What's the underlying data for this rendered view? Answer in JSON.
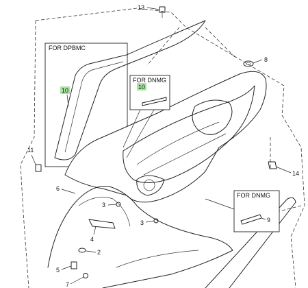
{
  "diagram": {
    "callouts": [
      {
        "id": "c13",
        "text": "13",
        "highlight": false
      },
      {
        "id": "c8",
        "text": "8",
        "highlight": false
      },
      {
        "id": "c10a",
        "text": "10",
        "highlight": true
      },
      {
        "id": "c10b",
        "text": "10",
        "highlight": true
      },
      {
        "id": "c11",
        "text": "11",
        "highlight": false
      },
      {
        "id": "c14",
        "text": "14",
        "highlight": false
      },
      {
        "id": "c6",
        "text": "6",
        "highlight": false
      },
      {
        "id": "c3a",
        "text": "3",
        "highlight": false
      },
      {
        "id": "c3b",
        "text": "3",
        "highlight": false
      },
      {
        "id": "c4",
        "text": "4",
        "highlight": false
      },
      {
        "id": "c2",
        "text": "2",
        "highlight": false
      },
      {
        "id": "c5",
        "text": "5",
        "highlight": false
      },
      {
        "id": "c9",
        "text": "9",
        "highlight": false
      },
      {
        "id": "c7",
        "text": "7",
        "highlight": false
      }
    ],
    "boxes": [
      {
        "id": "b1",
        "text": "FOR DPBMC"
      },
      {
        "id": "b2",
        "text": "FOR DNMG"
      },
      {
        "id": "b3",
        "text": "FOR DNMG"
      }
    ],
    "highlight_color": "#a8e6a0"
  }
}
